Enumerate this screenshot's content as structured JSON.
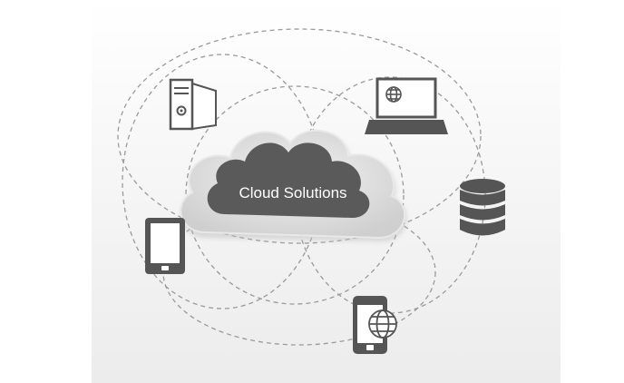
{
  "diagram": {
    "cloud_label": "Cloud Solutions",
    "nodes": [
      {
        "id": "server",
        "icon": "server-tower-icon"
      },
      {
        "id": "laptop",
        "icon": "laptop-globe-icon"
      },
      {
        "id": "database",
        "icon": "database-icon"
      },
      {
        "id": "tablet",
        "icon": "tablet-icon"
      },
      {
        "id": "smartphone",
        "icon": "smartphone-globe-icon"
      }
    ],
    "colors": {
      "icon": "#555555",
      "cloud_dark": "#5a5a5a",
      "cloud_light": "#d9d9d9",
      "dashed_line": "#9a9a9a"
    }
  }
}
